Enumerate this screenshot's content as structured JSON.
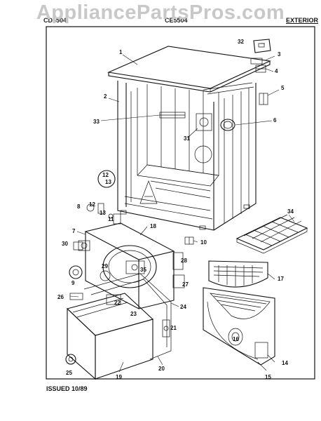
{
  "watermark": "AppliancePartsPros.com",
  "header": {
    "left_code": "CD5504",
    "model_code": "CE5504",
    "section": "EXTERIOR"
  },
  "footer": {
    "issued": "ISSUED 10/89"
  },
  "callouts": {
    "c1": "1",
    "c2": "2",
    "c3": "3",
    "c4": "4",
    "c5": "5",
    "c6": "6",
    "c7": "7",
    "c8": "8",
    "c9": "9",
    "c10": "10",
    "c11": "11",
    "c12": "12",
    "c13": "13",
    "c14": "14",
    "c15": "15",
    "c16": "16",
    "c17": "17",
    "c18": "18",
    "c19": "19",
    "c20": "20",
    "c21": "21",
    "c22": "22",
    "c23": "23",
    "c24": "24",
    "c25": "25",
    "c26": "26",
    "c27": "27",
    "c28": "28",
    "c29": "29",
    "c30": "30",
    "c31": "31",
    "c32": "32",
    "c33": "33",
    "c34": "34",
    "c35": "35",
    "c12b": "12",
    "c13b": "13"
  }
}
